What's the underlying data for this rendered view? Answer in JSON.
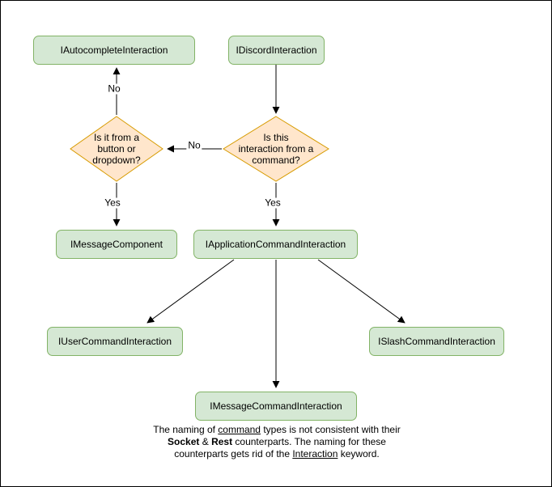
{
  "diagram": {
    "colors": {
      "node_fill": "#d5e8d4",
      "node_stroke": "#82b366",
      "decision_fill": "#ffe6cc",
      "decision_stroke": "#d79b00",
      "edge_color": "#000000"
    },
    "nodes": {
      "autocomplete": {
        "label": "IAutocompleteInteraction"
      },
      "discord": {
        "label": "IDiscordInteraction"
      },
      "button_decision": {
        "label": "Is it from a\nbutton or\ndropdown?"
      },
      "command_decision": {
        "label": "Is this\ninteraction from a\ncommand?"
      },
      "message_component": {
        "label": "IMessageComponent"
      },
      "application_command": {
        "label": "IApplicationCommandInteraction"
      },
      "user_command": {
        "label": "IUserCommandInteraction"
      },
      "slash_command": {
        "label": "ISlashCommandInteraction"
      },
      "message_command": {
        "label": "IMessageCommandInteraction"
      }
    },
    "edge_labels": {
      "no_between_decisions": "No",
      "no_to_autocomplete": "No",
      "yes_to_message_component": "Yes",
      "yes_to_application_command": "Yes"
    },
    "note": {
      "line1_prefix": "The naming of ",
      "line1_underline": "command",
      "line1_suffix": " types is not consistent with their",
      "line2_bold1": "Socket",
      "line2_mid": " & ",
      "line2_bold2": "Rest",
      "line2_suffix": " counterparts. The naming for these",
      "line3_prefix": "counterparts gets rid of the ",
      "line3_underline": "Interaction",
      "line3_suffix": " keyword."
    }
  }
}
